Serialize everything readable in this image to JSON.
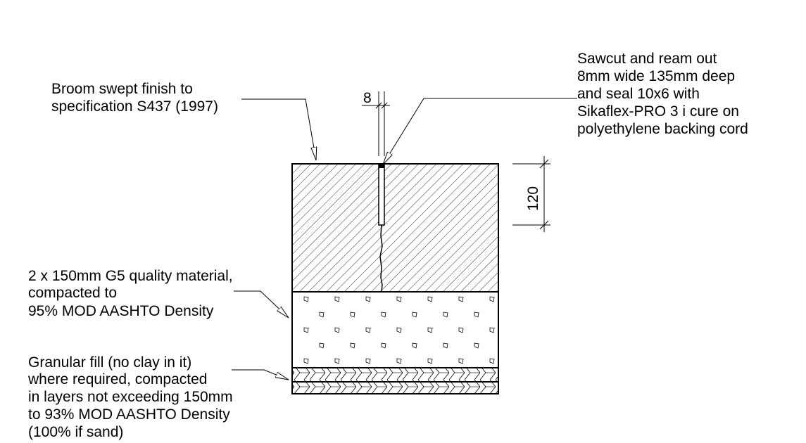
{
  "annotations": {
    "finish": [
      "Broom swept finish to",
      "specification S437 (1997)"
    ],
    "sawcut": [
      "Sawcut and ream out",
      "8mm wide 135mm deep",
      "and seal 10x6 with",
      "Sikaflex-PRO 3 i cure on",
      "polyethylene backing cord"
    ],
    "base": [
      "2 x 150mm G5 quality material,",
      "compacted to",
      "95% MOD AASHTO Density"
    ],
    "fill": [
      "Granular fill (no clay in it)",
      "where required, compacted",
      "in layers not exceeding 150mm",
      "to 93% MOD AASHTO Density",
      "(100% if sand)"
    ]
  },
  "dimensions": {
    "joint_width": "8",
    "sawcut_depth": "120"
  }
}
